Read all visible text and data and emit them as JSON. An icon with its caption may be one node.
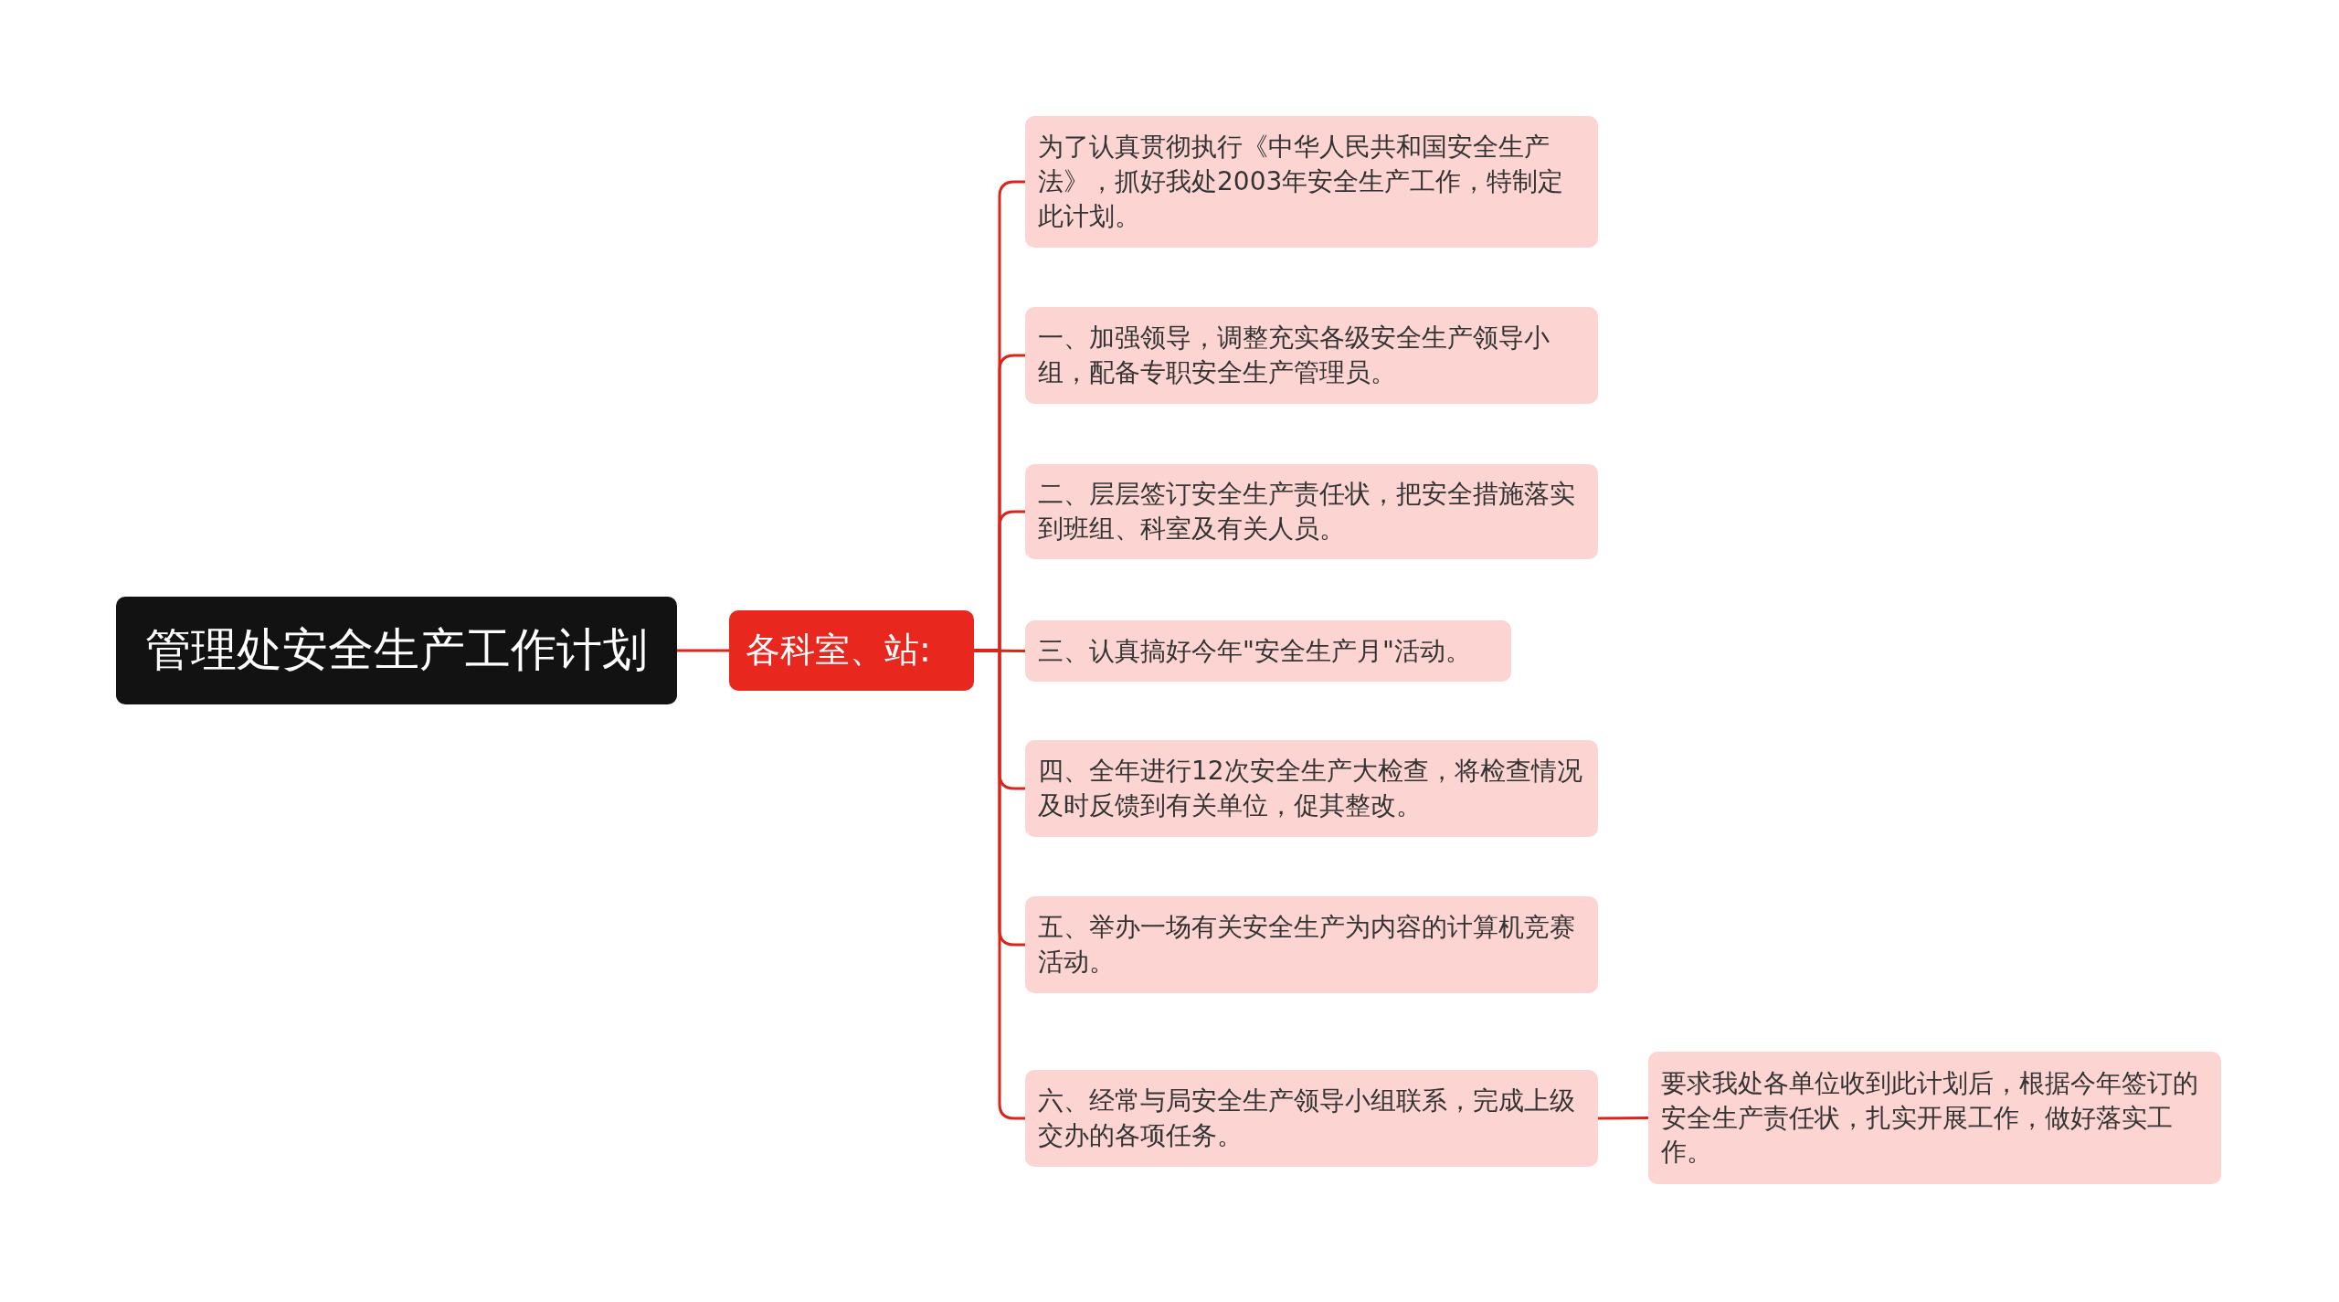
{
  "diagram": {
    "nodes": [
      {
        "text": [
          "管理处安全生产工作计划"
        ]
      },
      {
        "text": [
          "各科室、站:"
        ]
      },
      {
        "text": [
          "为了认真贯彻执行《中华人民共和国安全生产法》，抓好我处2003年安全生产工作，特制定此计划。"
        ]
      },
      {
        "text": [
          "一、加强领导，调整充实各级安全生产领导小组，配备专职安全生产管理员。"
        ]
      },
      {
        "text": [
          "二、层层签订安全生产责任状，把安全措施落实到班组、科室及有关人员。"
        ]
      },
      {
        "text": [
          "三、认真搞好今年\"安全生产月\"活动。"
        ]
      },
      {
        "text": [
          "四、全年进行12次安全生产大检查，将检查情况及时反馈到有关单位，促其整改。"
        ]
      },
      {
        "text": [
          "五、举办一场有关安全生产为内容的计算机竞赛活动。"
        ]
      },
      {
        "text": [
          "六、经常与局安全生产领导小组联系，完成上级交办的各项任务。"
        ]
      },
      {
        "text": [
          "要求我处各单位收到此计划后，根据今年签订的安全生产责任状，扎实开展工作，做好落实工作。"
        ]
      }
    ],
    "edges": [
      {
        "from": 0,
        "to": 1,
        "arrow": "none"
      },
      {
        "from": 1,
        "to": 2,
        "arrow": "none"
      },
      {
        "from": 1,
        "to": 3,
        "arrow": "none"
      },
      {
        "from": 1,
        "to": 4,
        "arrow": "none"
      },
      {
        "from": 1,
        "to": 5,
        "arrow": "none"
      },
      {
        "from": 1,
        "to": 6,
        "arrow": "none"
      },
      {
        "from": 1,
        "to": 7,
        "arrow": "none"
      },
      {
        "from": 1,
        "to": 8,
        "arrow": "none"
      },
      {
        "from": 8,
        "to": 9,
        "arrow": "none"
      }
    ]
  }
}
